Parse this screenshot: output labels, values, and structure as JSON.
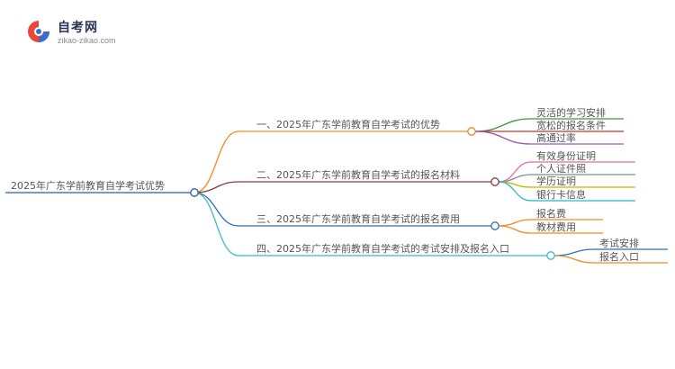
{
  "logo": {
    "name": "自考网",
    "url": "zikao-zikao.com",
    "colors": {
      "red": "#e8473a",
      "blue": "#2f6fd6",
      "text": "#2a3350"
    }
  },
  "root": {
    "label": "2025年广东学前教育自学考试优势",
    "color": "#2b5fa8"
  },
  "branches": [
    {
      "label": "一、2025年广东学前教育自学考试的优势",
      "color": "#f08a24",
      "children": [
        {
          "label": "灵活的学习安排",
          "color": "#3c9a3c"
        },
        {
          "label": "宽松的报名条件",
          "color": "#c0392b"
        },
        {
          "label": "高通过率",
          "color": "#9b59b6"
        }
      ]
    },
    {
      "label": "二、2025年广东学前教育自学考试的报名材料",
      "color": "#8b3a3a",
      "children": [
        {
          "label": "有效身份证明",
          "color": "#e86aa5"
        },
        {
          "label": "个人证件照",
          "color": "#7f8c8d"
        },
        {
          "label": "学历证明",
          "color": "#c8b400"
        },
        {
          "label": "银行卡信息",
          "color": "#2bb5c9"
        }
      ]
    },
    {
      "label": "三、2025年广东学前教育自学考试的报名费用",
      "color": "#2e6fb0",
      "children": [
        {
          "label": "报名费",
          "color": "#f08a24"
        },
        {
          "label": "教材费用",
          "color": "#f08a24"
        }
      ]
    },
    {
      "label": "四、2025年广东学前教育自学考试的考试安排及报名入口",
      "color": "#3bb8c9",
      "children": [
        {
          "label": "考试安排",
          "color": "#2e6fb0"
        },
        {
          "label": "报名入口",
          "color": "#f08a24"
        }
      ]
    }
  ]
}
